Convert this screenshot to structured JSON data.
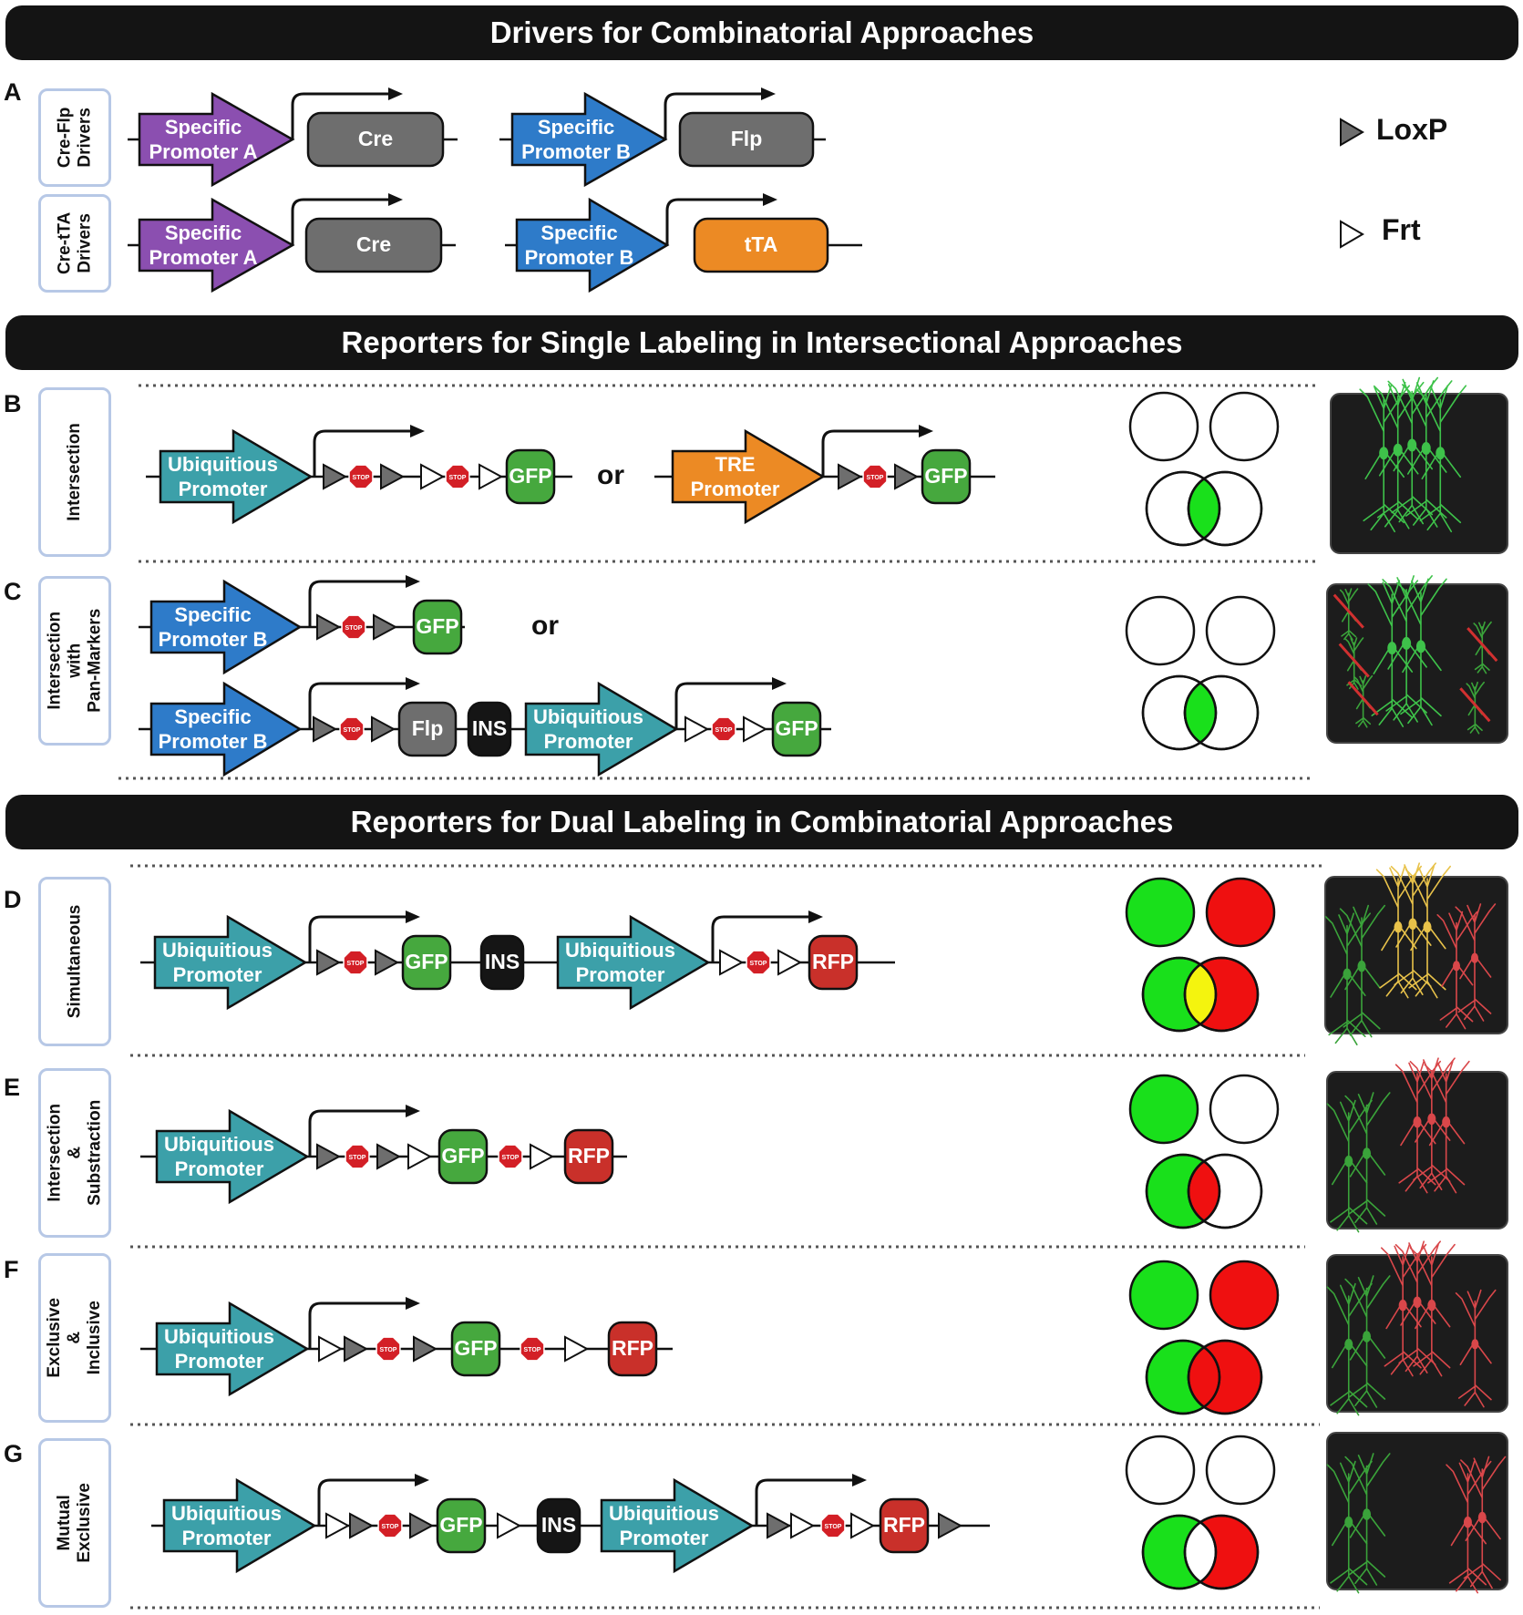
{
  "headers": {
    "drivers": "Drivers for Combinatorial Approaches",
    "single": "Reporters for Single Labeling in Intersectional Approaches",
    "dual": "Reporters for  Dual Labeling in Combinatorial Approaches"
  },
  "panel_letters": {
    "a": "A",
    "b": "B",
    "c": "C",
    "d": "D",
    "e": "E",
    "f": "F",
    "g": "G"
  },
  "side_labels": {
    "cre_flp": "Cre-Flp\nDrivers",
    "cre_tta": "Cre-tTA\nDrivers",
    "b": "Intersection",
    "c": "Intersection\nwith\nPan-Markers",
    "d": "Simultaneous",
    "e": "Intersection\n&\nSubstraction",
    "f": "Exclusive\n&\nInclusive",
    "g": "Mutual\nExclusive"
  },
  "legend": {
    "loxp": "LoxP",
    "frt": "Frt"
  },
  "promoters": {
    "specific_a": [
      "Specific",
      "Promoter A"
    ],
    "specific_b": [
      "Specific",
      "Promoter B"
    ],
    "ubiquitous": [
      "Ubiquitious",
      "Promoter"
    ],
    "tre": [
      "TRE",
      "Promoter"
    ]
  },
  "genes": {
    "cre": "Cre",
    "flp": "Flp",
    "tta": "tTA",
    "gfp": "GFP",
    "rfp": "RFP",
    "ins": "INS",
    "stop": "STOP"
  },
  "connectors": {
    "or": "or"
  },
  "colors": {
    "purple": "#8b4fb0",
    "blue": "#2e7bc9",
    "teal": "#3ca0a9",
    "orange": "#ec8a24",
    "gray": "#6e6e6e",
    "green": "#46a83e",
    "red": "#c9302a",
    "black": "#151515",
    "venn_green": "#19e01b",
    "venn_red": "#ef1010",
    "venn_yellow": "#f4f40e",
    "panel_bg": "#1c1c1c",
    "side_border": "#b7c8e6"
  }
}
